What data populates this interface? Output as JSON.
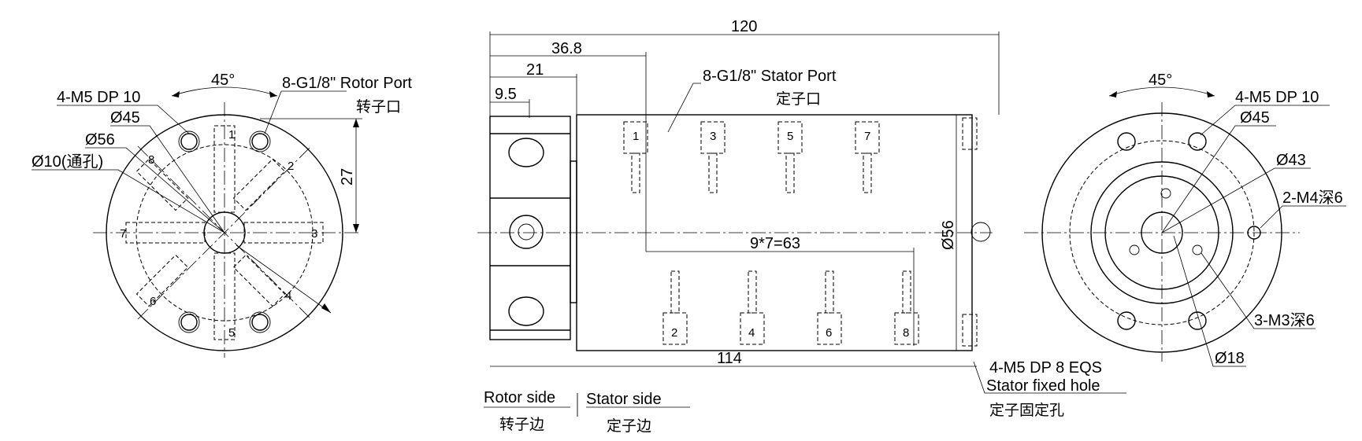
{
  "left_view": {
    "angle": "45°",
    "port_label": "8-G1/8\"  Rotor Port",
    "port_label_cn": "转子口",
    "m5": "4-M5 DP 10",
    "d45": "Ø45",
    "d56": "Ø56",
    "d10": "Ø10(通孔)",
    "dim27": "27",
    "ports": [
      "1",
      "2",
      "3",
      "4",
      "5",
      "6",
      "7",
      "8"
    ]
  },
  "front_view": {
    "dim120": "120",
    "dim368": "36.8",
    "dim21": "21",
    "dim95": "9.5",
    "stator_port": "8-G1/8\" Stator Port",
    "stator_port_cn": "定子口",
    "pitch": "9*7=63",
    "dia56": "Ø56",
    "dim114": "114",
    "top_ports": [
      "1",
      "3",
      "5",
      "7"
    ],
    "bottom_ports": [
      "2",
      "4",
      "6",
      "8"
    ],
    "fixed_hole": "4-M5 DP 8 EQS",
    "fixed_hole_label": "Stator fixed hole",
    "fixed_hole_cn": "定子固定孔",
    "rotor_side": "Rotor side",
    "rotor_side_cn": "转子边",
    "stator_side": "Stator side",
    "stator_side_cn": "定子边"
  },
  "right_view": {
    "angle": "45°",
    "m5": "4-M5 DP 10",
    "d45": "Ø45",
    "d43": "Ø43",
    "m4": "2-M4深6",
    "m3": "3-M3深6",
    "d18": "Ø18"
  }
}
